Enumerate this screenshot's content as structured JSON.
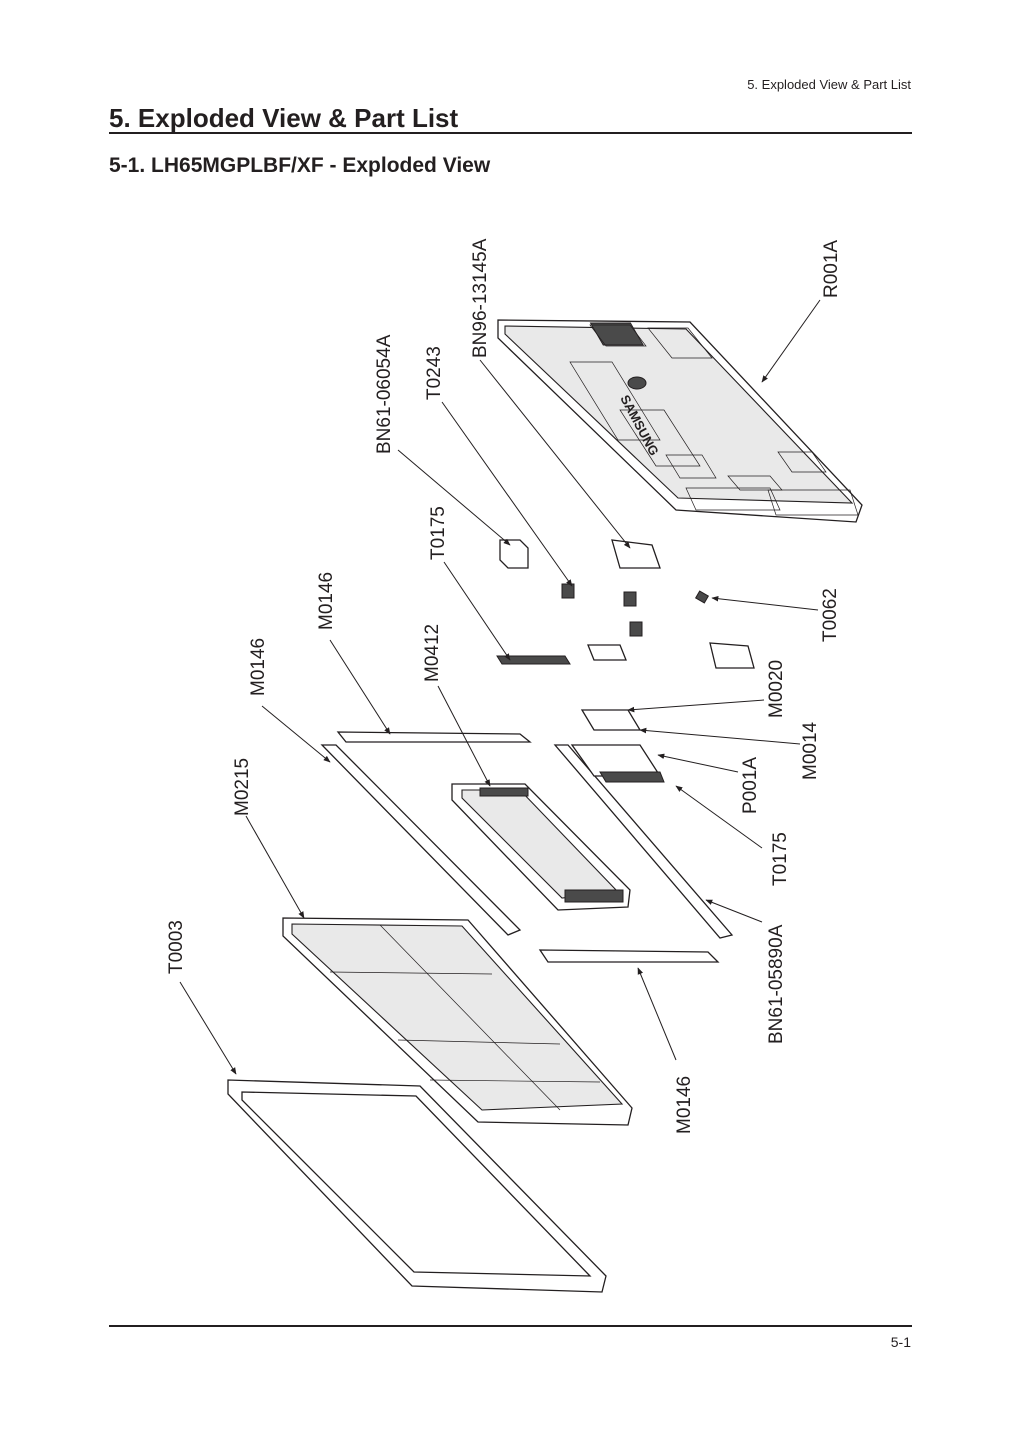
{
  "header": {
    "running_head": "5. Exploded View & Part List",
    "title": "5. Exploded View & Part List",
    "subtitle": "5-1. LH65MGPLBF/XF - Exploded View"
  },
  "diagram": {
    "brand_text": "SAMSUNG",
    "labels": {
      "bn96_13145a": "BN96-13145A",
      "r001a": "R001A",
      "t0243": "T0243",
      "bn61_06054a": "BN61-06054A",
      "t0175_top": "T0175",
      "m0146_a": "M0146",
      "m0146_b": "M0146",
      "m0412": "M0412",
      "t0062": "T0062",
      "m0020": "M0020",
      "m0014": "M0014",
      "p001a": "P001A",
      "m0215": "M0215",
      "t0175_bottom": "T0175",
      "t0003": "T0003",
      "bn61_05890a": "BN61-05890A",
      "m0146_c": "M0146"
    }
  },
  "footer": {
    "page_number": "5-1"
  }
}
